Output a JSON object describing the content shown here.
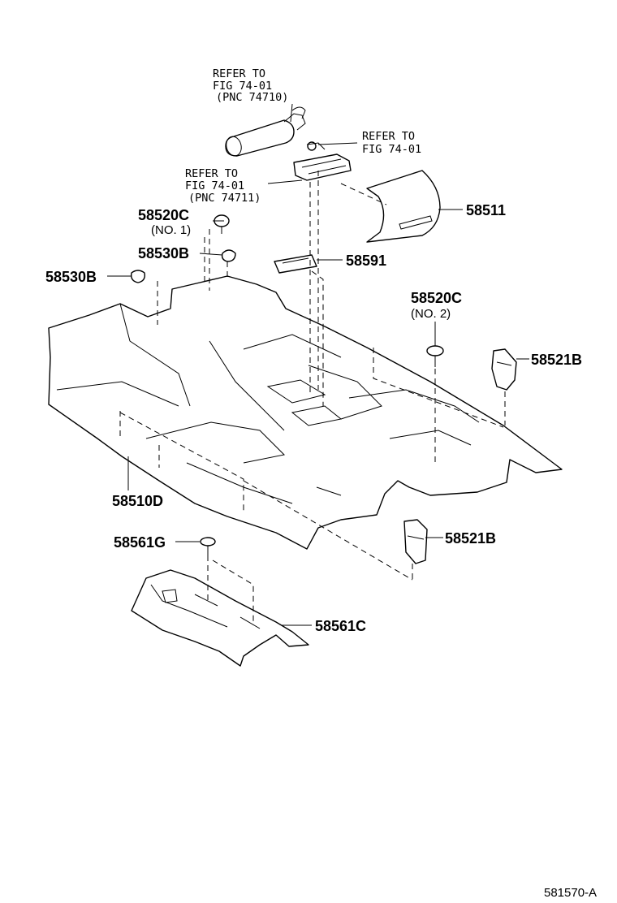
{
  "labels": {
    "refer1_l1": "REFER TO",
    "refer1_l2": "FIG 74-01",
    "refer1_l3": "(PNC 74710)",
    "refer2_l1": "REFER TO",
    "refer2_l2": "FIG 74-01",
    "refer3_l1": "REFER TO",
    "refer3_l2": "FIG 74-01",
    "refer3_l3": "(PNC 74711)",
    "p58520c_no1": "58520C",
    "p58520c_no1_sub": "(NO. 1)",
    "p58530b_upper": "58530B",
    "p58530b_left": "58530B",
    "p58511": "58511",
    "p58591": "58591",
    "p58520c_no2": "58520C",
    "p58520c_no2_sub": "(NO. 2)",
    "p58521b_upper": "58521B",
    "p58510d": "58510D",
    "p58521b_lower": "58521B",
    "p58561g": "58561G",
    "p58561c": "58561C"
  },
  "footer": {
    "code": "581570-A"
  }
}
